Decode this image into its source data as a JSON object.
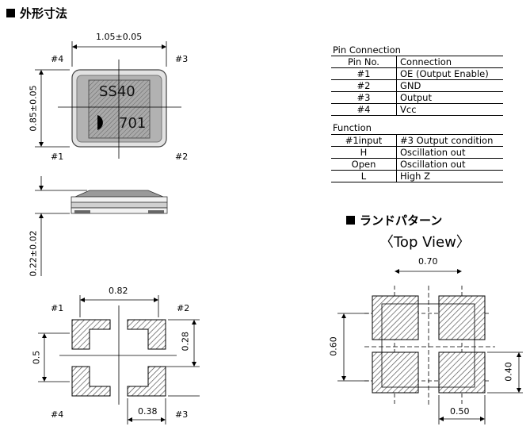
{
  "outline": {
    "heading": "外形寸法",
    "width_dim": "1.05±0.05",
    "height_dim": "0.85±0.05",
    "thickness_dim": "0.22±0.02",
    "pin_labels": [
      "#4",
      "#3",
      "#1",
      "#2"
    ],
    "marking_line1": "SS40",
    "marking_line2": "701"
  },
  "bottom_view": {
    "pin_labels": [
      "#1",
      "#2",
      "#4",
      "#3"
    ],
    "dim_width": "0.82",
    "dim_height": "0.5",
    "dim_pad_height": "0.28",
    "dim_pad_width": "0.38"
  },
  "pin_connection": {
    "title": "Pin Connection",
    "headers": [
      "Pin No.",
      "Connection"
    ],
    "rows": [
      [
        "#1",
        "OE (Output Enable)"
      ],
      [
        "#2",
        "GND"
      ],
      [
        "#3",
        "Output"
      ],
      [
        "#4",
        "Vcc"
      ]
    ]
  },
  "function_table": {
    "title": "Function",
    "headers": [
      "#1input",
      "#3 Output condition"
    ],
    "rows": [
      [
        "H",
        "Oscillation out"
      ],
      [
        "Open",
        "Oscillation out"
      ],
      [
        "L",
        "High Z"
      ]
    ]
  },
  "land_pattern": {
    "heading": "ランドパターン",
    "view_label": "〈Top View〉",
    "dim_pitch_x": "0.70",
    "dim_pitch_y": "0.60",
    "dim_pad_height": "0.40",
    "dim_pad_width": "0.50"
  }
}
